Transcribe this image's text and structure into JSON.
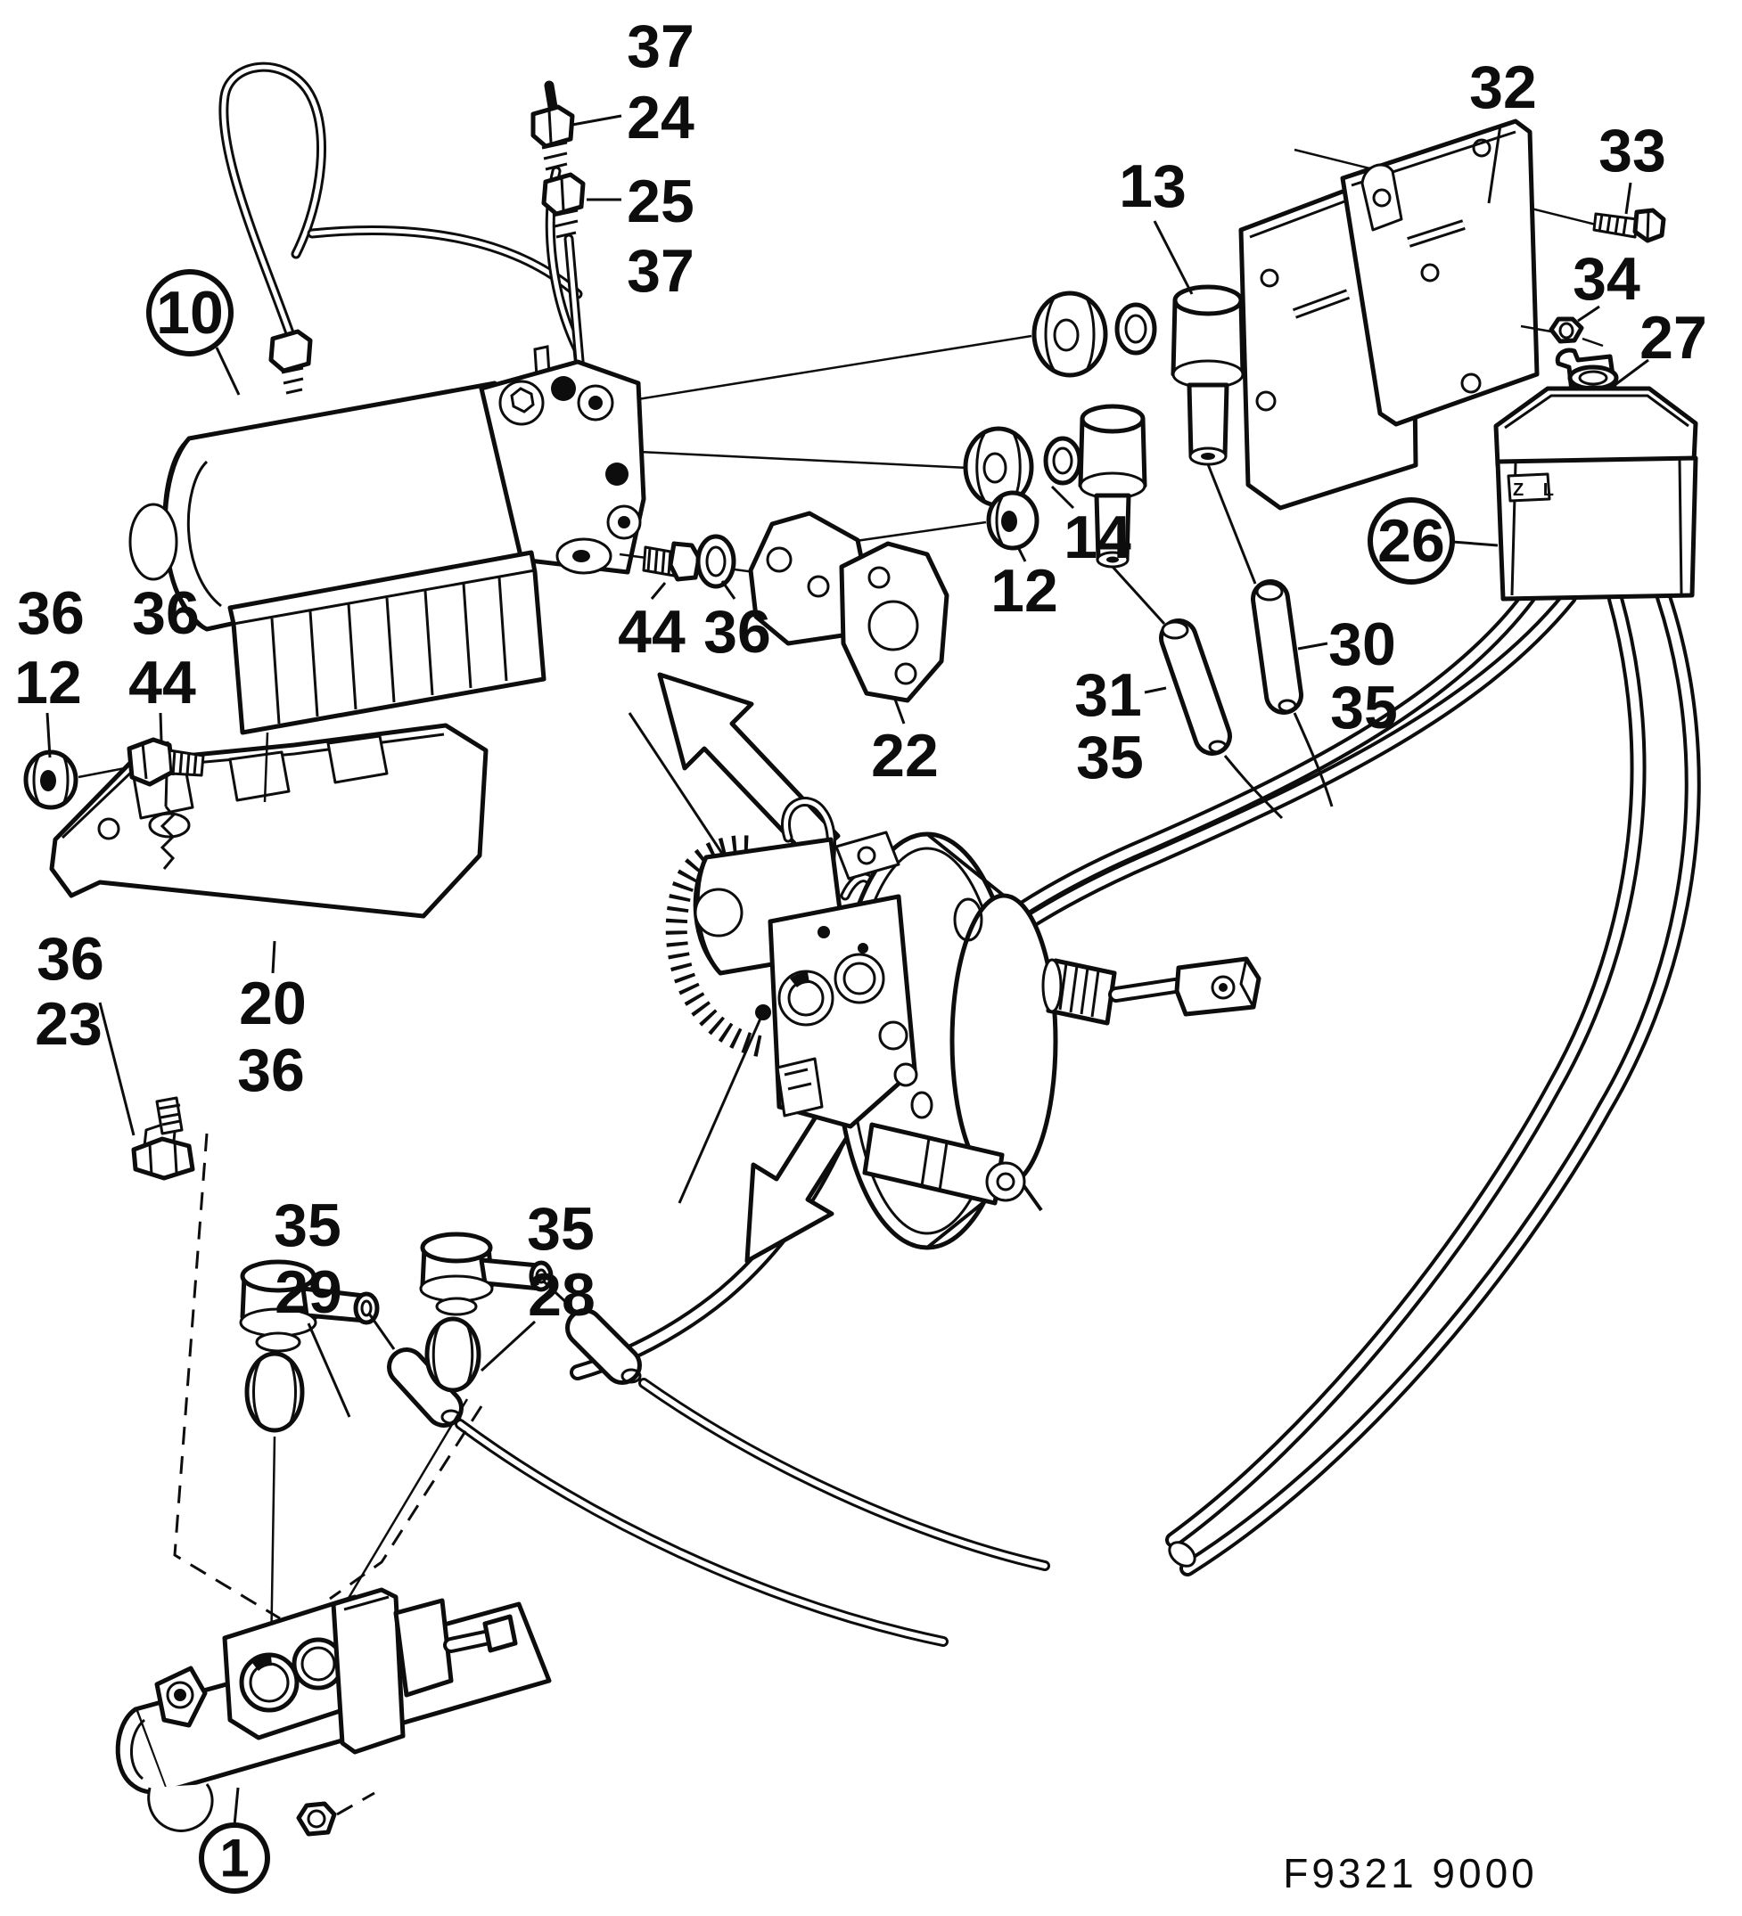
{
  "document": {
    "kind": "exploded-parts-diagram",
    "subject": "brake hydraulic system (ABS unit, master cylinder, booster, fluid reservoir)",
    "figure_code": "F9321 9000"
  },
  "colors": {
    "ink": "#0d0d0d",
    "background": "#ffffff"
  },
  "reservoir": {
    "sticker_text": "Z L"
  },
  "callouts": {
    "circled": [
      {
        "text": "10"
      },
      {
        "text": "26"
      },
      {
        "text": "1"
      }
    ],
    "plain": [
      {
        "text": "37"
      },
      {
        "text": "24"
      },
      {
        "text": "25"
      },
      {
        "text": "37"
      },
      {
        "text": "36"
      },
      {
        "text": "36"
      },
      {
        "text": "12"
      },
      {
        "text": "44"
      },
      {
        "text": "44"
      },
      {
        "text": "36"
      },
      {
        "text": "22"
      },
      {
        "text": "13"
      },
      {
        "text": "14"
      },
      {
        "text": "12"
      },
      {
        "text": "32"
      },
      {
        "text": "33"
      },
      {
        "text": "34"
      },
      {
        "text": "27"
      },
      {
        "text": "30"
      },
      {
        "text": "35"
      },
      {
        "text": "31"
      },
      {
        "text": "35"
      },
      {
        "text": "36"
      },
      {
        "text": "23"
      },
      {
        "text": "20"
      },
      {
        "text": "36"
      },
      {
        "text": "35"
      },
      {
        "text": "29"
      },
      {
        "text": "35"
      },
      {
        "text": "28"
      }
    ]
  }
}
